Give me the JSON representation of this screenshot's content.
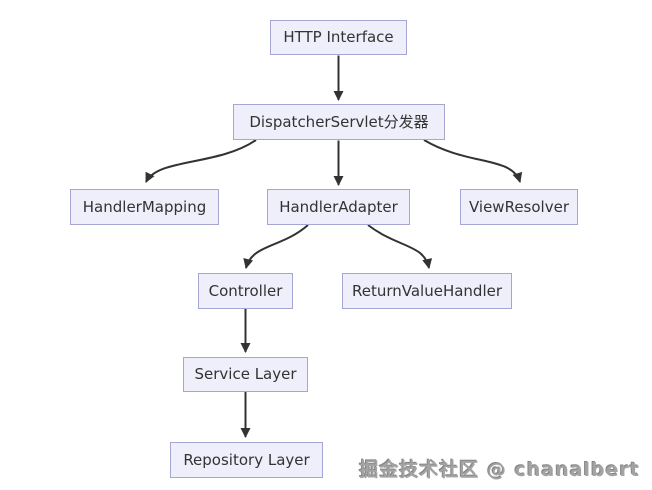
{
  "diagram": {
    "title_semantic": "Spring MVC request dispatch flowchart",
    "nodes": {
      "http_interface": {
        "label": "HTTP Interface"
      },
      "dispatcher_servlet": {
        "label": "DispatcherServlet分发器"
      },
      "handler_mapping": {
        "label": "HandlerMapping"
      },
      "handler_adapter": {
        "label": "HandlerAdapter"
      },
      "view_resolver": {
        "label": "ViewResolver"
      },
      "controller": {
        "label": "Controller"
      },
      "return_value_handler": {
        "label": "ReturnValueHandler"
      },
      "service_layer": {
        "label": "Service Layer"
      },
      "repository_layer": {
        "label": "Repository Layer"
      }
    },
    "edges": [
      {
        "from": "http_interface",
        "to": "dispatcher_servlet"
      },
      {
        "from": "dispatcher_servlet",
        "to": "handler_mapping"
      },
      {
        "from": "dispatcher_servlet",
        "to": "handler_adapter"
      },
      {
        "from": "dispatcher_servlet",
        "to": "view_resolver"
      },
      {
        "from": "handler_adapter",
        "to": "controller"
      },
      {
        "from": "handler_adapter",
        "to": "return_value_handler"
      },
      {
        "from": "controller",
        "to": "service_layer"
      },
      {
        "from": "service_layer",
        "to": "repository_layer"
      }
    ],
    "colors": {
      "node_fill": "#efeffb",
      "node_border": "#a6a6d2",
      "node_text": "#333333",
      "arrow": "#333333",
      "background": "#ffffff",
      "watermark_text": "#a3a3a3"
    }
  },
  "watermark": {
    "text": "掘金技术社区 @ chanalbert"
  }
}
